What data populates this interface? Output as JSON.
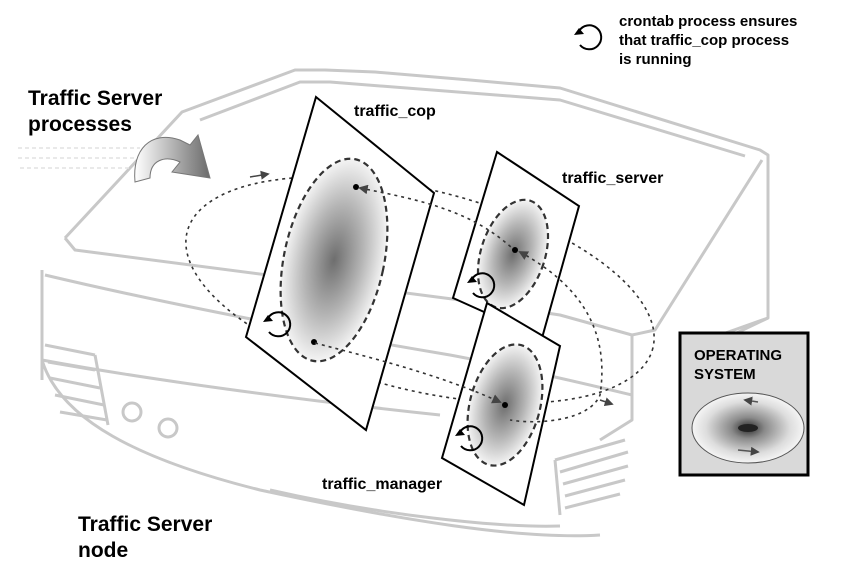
{
  "labels": {
    "processes_line1": "Traffic Server",
    "processes_line2": "processes",
    "node_line1": "Traffic Server",
    "node_line2": "node",
    "traffic_cop": "traffic_cop",
    "traffic_server": "traffic_server",
    "traffic_manager": "traffic_manager",
    "crontab_line1": "crontab process ensures",
    "crontab_line2": "that traffic_cop process",
    "crontab_line3": "is running",
    "os_line1": "OPERATING",
    "os_line2": "SYSTEM"
  },
  "colors": {
    "line": "#000000",
    "chassis": "#c8c8c8",
    "shade_center": "#6e6e6e",
    "shade_edge": "#ffffff",
    "os_box_fill": "#d9d9d9"
  },
  "icons": [
    "circular-arrow-icon",
    "curved-arrow-icon"
  ]
}
